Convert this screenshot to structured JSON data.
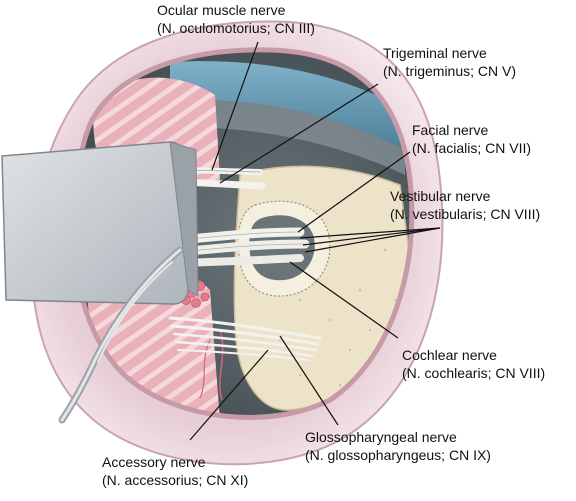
{
  "labels": {
    "ocular": {
      "name": "Ocular muscle nerve",
      "latin": "(N. oculomotorius; CN III)"
    },
    "trigeminal": {
      "name": "Trigeminal nerve",
      "latin": "(N. trigeminus; CN V)"
    },
    "facial": {
      "name": "Facial nerve",
      "latin": "(N. facialis; CN VII)"
    },
    "vestibular": {
      "name": "Vestibular nerve",
      "latin": "(N. vestibularis; CN VIII)"
    },
    "cochlear": {
      "name": "Cochlear nerve",
      "latin": "(N. cochlearis; CN VIII)"
    },
    "glossopharyngeal": {
      "name": "Glossopharyngeal nerve",
      "latin": "(N. glossopharyngeus; CN IX)"
    },
    "accessory": {
      "name": "Accessory nerve",
      "latin": "(N. accessorius; CN XI)"
    }
  },
  "colors": {
    "skin": "#ecd6dc",
    "skin_edge": "#c9a4b0",
    "cavity": "#4f5a60",
    "bone": "#ede3c9",
    "muscle": "#e7a9b2",
    "nerve": "#f1f0ee",
    "retractor": "#c8cdd2",
    "blue_band": "#5f94ad",
    "leader": "#111111"
  }
}
